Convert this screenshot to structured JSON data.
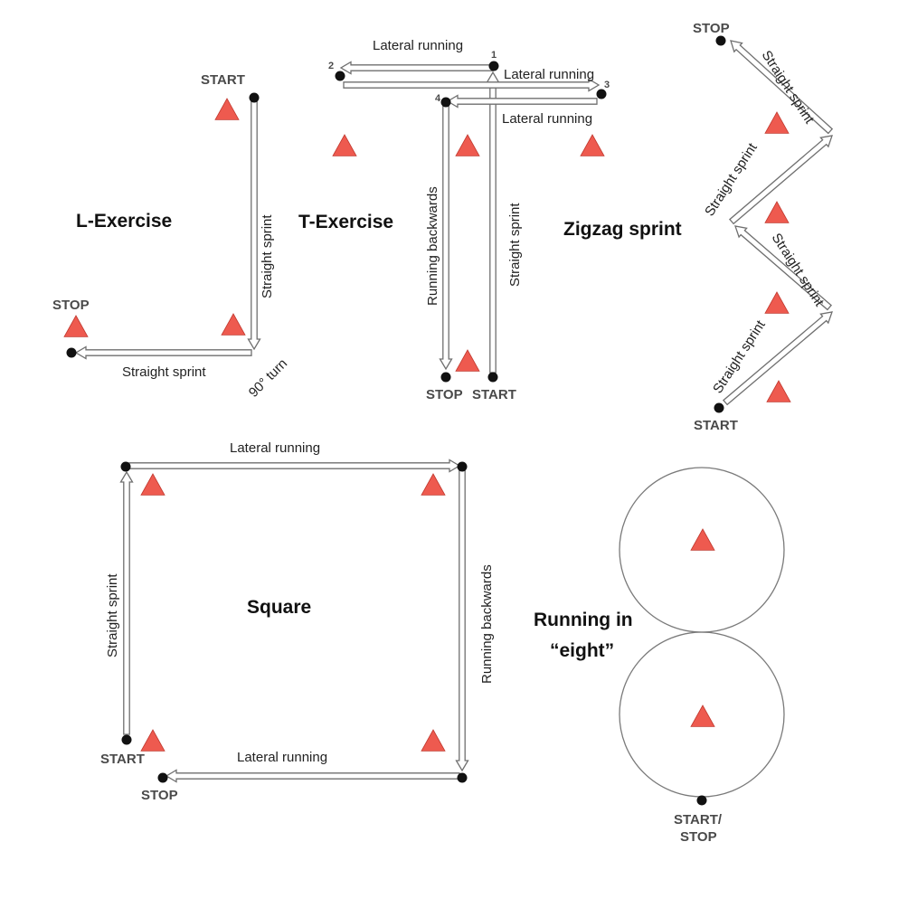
{
  "exercises": {
    "l_exercise": {
      "title": "L-Exercise",
      "start": "START",
      "stop": "STOP",
      "turn": "90° turn",
      "segment_1": "Straight sprint",
      "segment_2": "Straight sprint"
    },
    "t_exercise": {
      "title": "T-Exercise",
      "start": "START",
      "stop": "STOP",
      "points": [
        "1",
        "2",
        "3",
        "4"
      ],
      "forward": "Straight sprint",
      "lateral_1": "Lateral running",
      "lateral_2": "Lateral running",
      "lateral_3": "Lateral running",
      "backward": "Running backwards"
    },
    "zigzag": {
      "title": "Zigzag sprint",
      "start": "START",
      "stop": "STOP",
      "segments": [
        "Straight sprint",
        "Straight sprint",
        "Straight sprint",
        "Straight sprint"
      ]
    },
    "square": {
      "title": "Square",
      "start": "START",
      "stop": "STOP",
      "left": "Straight sprint",
      "top": "Lateral running",
      "right": "Running backwards",
      "bottom": "Lateral running"
    },
    "eight": {
      "title_line1": "Running in",
      "title_line2": "“eight”",
      "start_line1": "START/",
      "start_line2": "STOP"
    }
  },
  "colors": {
    "cone": "#ee5a4f",
    "arrow_outline": "#6f6f6f",
    "point": "#111111"
  }
}
